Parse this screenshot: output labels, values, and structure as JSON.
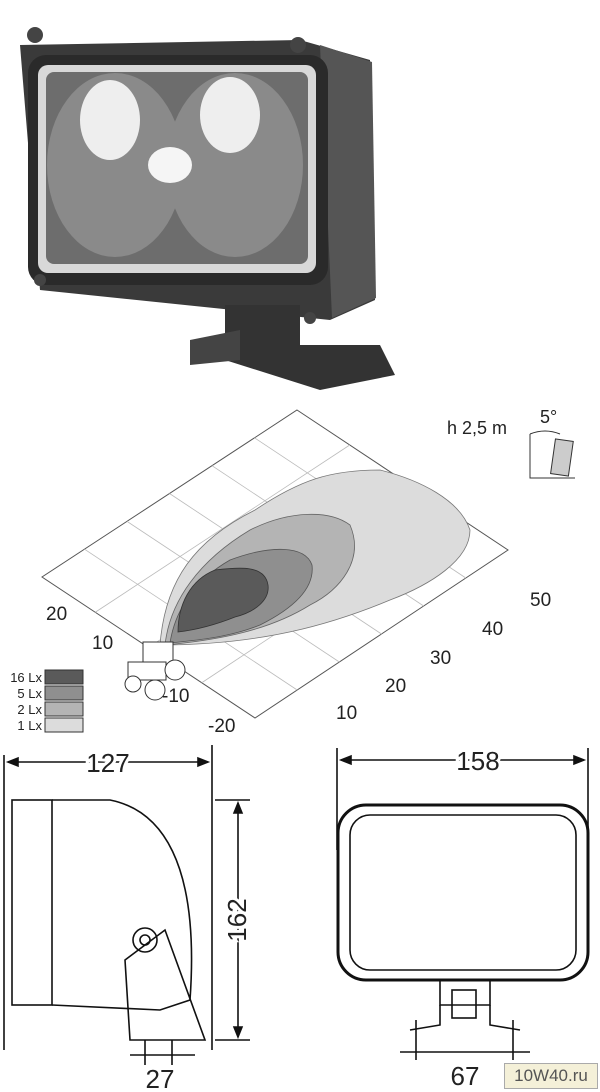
{
  "figure": {
    "mounting_note": "h 2,5 m",
    "tilt_angle": "5°",
    "legend": [
      {
        "label": "16 Lx",
        "color": "#5a5a5a"
      },
      {
        "label": "5 Lx",
        "color": "#8f8f8f"
      },
      {
        "label": "2 Lx",
        "color": "#b4b4b4"
      },
      {
        "label": "1 Lx",
        "color": "#dcdcdc"
      }
    ],
    "axis_distance_ticks": [
      "10",
      "20",
      "30",
      "40",
      "50"
    ],
    "axis_lateral_ticks": [
      "20",
      "10",
      "-10",
      "-20"
    ]
  },
  "dimensions": {
    "side_width": "127",
    "height": "162",
    "bracket_width": "27",
    "front_width": "158",
    "bracket_hole_spacing": "67"
  },
  "watermark": "10W40.ru"
}
